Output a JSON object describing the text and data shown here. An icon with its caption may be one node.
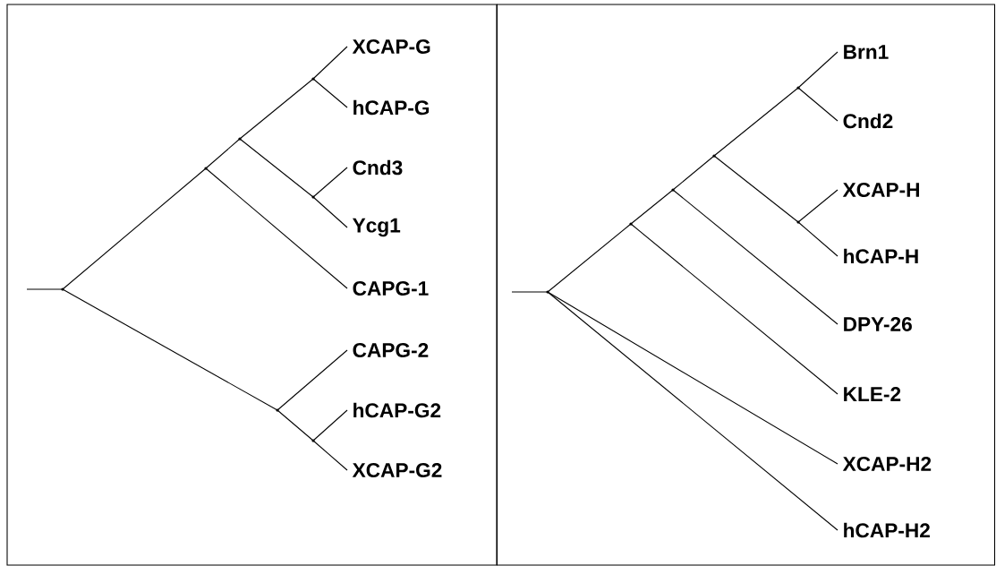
{
  "diagram": {
    "nodes": [
      {
        "text": [],
        "shape": "box"
      },
      {
        "text": [],
        "shape": "box"
      },
      {
        "text": [],
        "shape": "point",
        "in": 0
      },
      {
        "text": [],
        "shape": "point",
        "in": 0
      },
      {
        "text": [],
        "shape": "point",
        "in": 0
      },
      {
        "text": [],
        "shape": "point",
        "in": 0
      },
      {
        "text": [],
        "shape": "point",
        "in": 0
      },
      {
        "text": [],
        "shape": "point",
        "in": 0
      },
      {
        "text": [],
        "shape": "point",
        "in": 0
      },
      {
        "text": [
          "XCAP-G"
        ],
        "in": 0
      },
      {
        "text": [
          "hCAP-G"
        ],
        "in": 0
      },
      {
        "text": [
          "Cnd3"
        ],
        "in": 0
      },
      {
        "text": [
          "Ycg1"
        ],
        "in": 0
      },
      {
        "text": [
          "CAPG-1"
        ],
        "in": 0
      },
      {
        "text": [
          "CAPG-2"
        ],
        "in": 0
      },
      {
        "text": [
          "hCAP-G2"
        ],
        "in": 0
      },
      {
        "text": [
          "XCAP-G2"
        ],
        "in": 0
      },
      {
        "text": [],
        "shape": "point",
        "in": 1
      },
      {
        "text": [],
        "shape": "point",
        "in": 1
      },
      {
        "text": [],
        "shape": "point",
        "in": 1
      },
      {
        "text": [],
        "shape": "point",
        "in": 1
      },
      {
        "text": [],
        "shape": "point",
        "in": 1
      },
      {
        "text": [],
        "shape": "point",
        "in": 1
      },
      {
        "text": [
          "Brn1"
        ],
        "in": 1
      },
      {
        "text": [
          "Cnd2"
        ],
        "in": 1
      },
      {
        "text": [
          "XCAP-H"
        ],
        "in": 1
      },
      {
        "text": [
          "hCAP-H"
        ],
        "in": 1
      },
      {
        "text": [
          "DPY-26"
        ],
        "in": 1
      },
      {
        "text": [
          "KLE-2"
        ],
        "in": 1
      },
      {
        "text": [
          "XCAP-H2"
        ],
        "in": 1
      },
      {
        "text": [
          "hCAP-H2"
        ],
        "in": 1
      }
    ],
    "edges": [
      {
        "from": null,
        "to": 2,
        "arrow": "none"
      },
      {
        "from": 2,
        "to": 3,
        "arrow": "none"
      },
      {
        "from": 3,
        "to": 4,
        "arrow": "none"
      },
      {
        "from": 4,
        "to": 5,
        "arrow": "none"
      },
      {
        "from": 5,
        "to": 9,
        "arrow": "none"
      },
      {
        "from": 5,
        "to": 10,
        "arrow": "none"
      },
      {
        "from": 4,
        "to": 6,
        "arrow": "none"
      },
      {
        "from": 6,
        "to": 11,
        "arrow": "none"
      },
      {
        "from": 6,
        "to": 12,
        "arrow": "none"
      },
      {
        "from": 3,
        "to": 13,
        "arrow": "none"
      },
      {
        "from": 2,
        "to": 7,
        "arrow": "none"
      },
      {
        "from": 7,
        "to": 14,
        "arrow": "none"
      },
      {
        "from": 7,
        "to": 8,
        "arrow": "none"
      },
      {
        "from": 8,
        "to": 15,
        "arrow": "none"
      },
      {
        "from": 8,
        "to": 16,
        "arrow": "none"
      },
      {
        "from": null,
        "to": 17,
        "arrow": "none"
      },
      {
        "from": 17,
        "to": 18,
        "arrow": "none"
      },
      {
        "from": 18,
        "to": 19,
        "arrow": "none"
      },
      {
        "from": 19,
        "to": 20,
        "arrow": "none"
      },
      {
        "from": 20,
        "to": 21,
        "arrow": "none"
      },
      {
        "from": 21,
        "to": 23,
        "arrow": "none"
      },
      {
        "from": 21,
        "to": 24,
        "arrow": "none"
      },
      {
        "from": 20,
        "to": 22,
        "arrow": "none"
      },
      {
        "from": 22,
        "to": 25,
        "arrow": "none"
      },
      {
        "from": 22,
        "to": 26,
        "arrow": "none"
      },
      {
        "from": 19,
        "to": 27,
        "arrow": "none"
      },
      {
        "from": 18,
        "to": 28,
        "arrow": "none"
      },
      {
        "from": 17,
        "to": 29,
        "arrow": "none"
      },
      {
        "from": 17,
        "to": 30,
        "arrow": "none"
      }
    ]
  }
}
